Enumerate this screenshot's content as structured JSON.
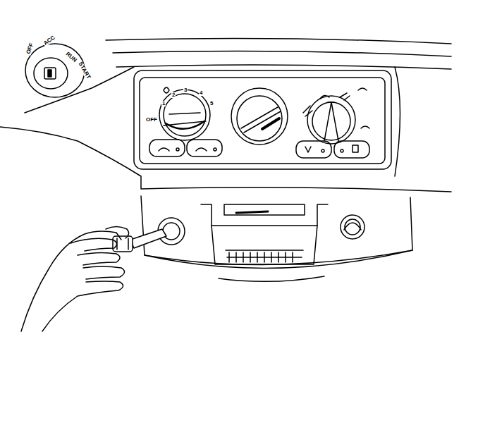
{
  "diagram": {
    "labels": [
      "OFF",
      "ACC",
      "RUN",
      "START",
      "OFF",
      "1",
      "2",
      "3",
      "4",
      "5"
    ]
  }
}
